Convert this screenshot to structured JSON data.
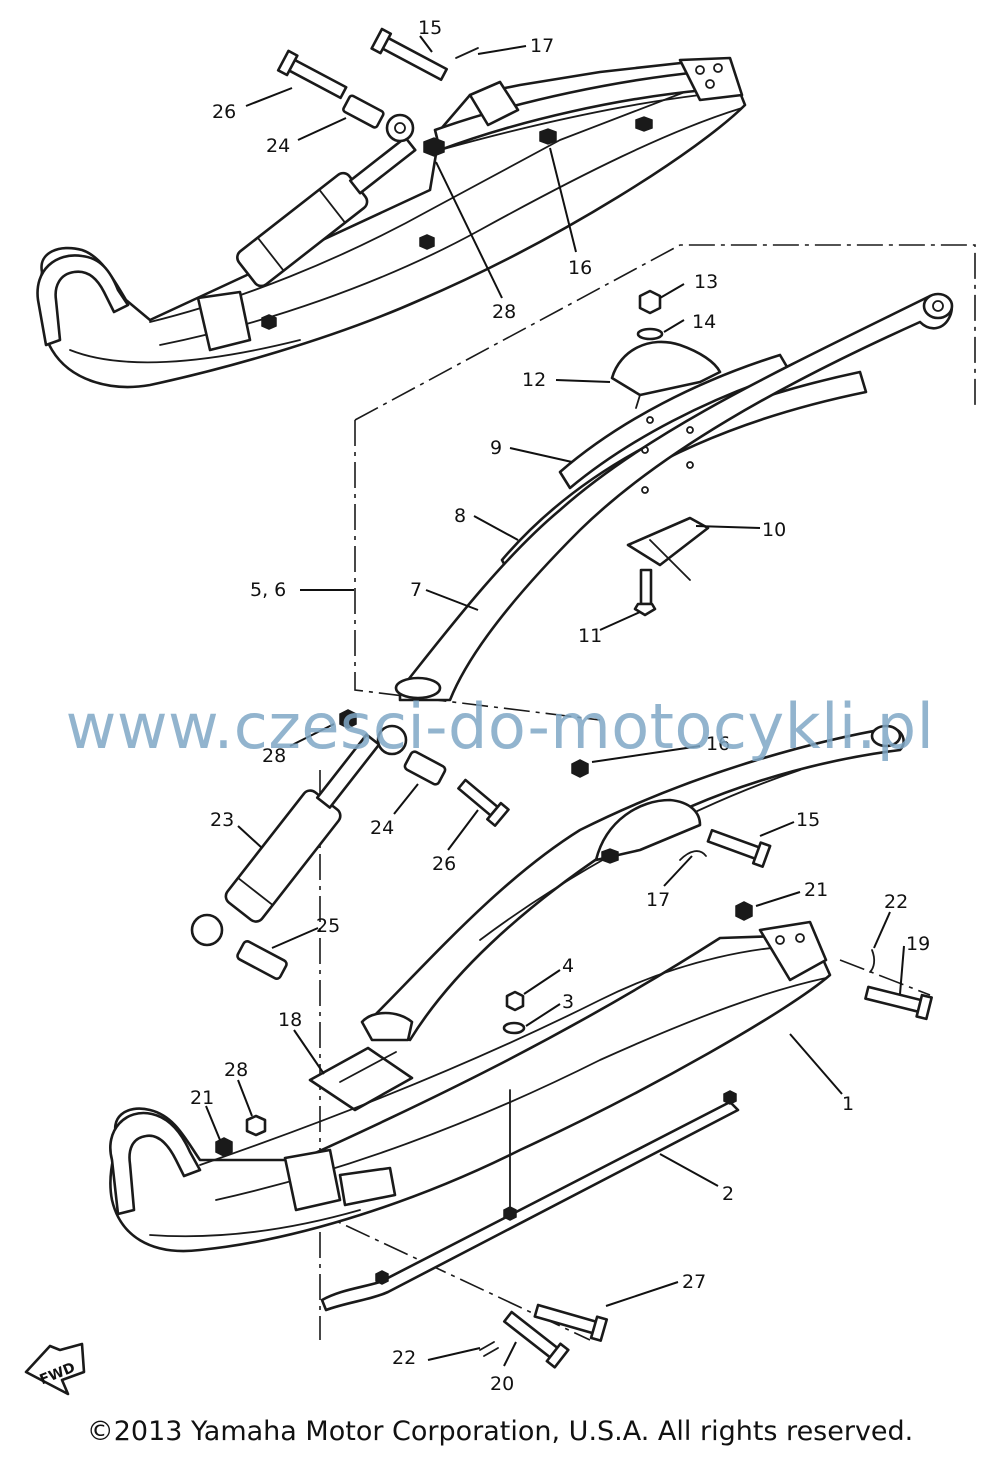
{
  "diagram": {
    "callouts": {
      "c15_top": "15",
      "c17_top": "17",
      "c26_top": "26",
      "c24_top": "24",
      "c16_top": "16",
      "c28_top": "28",
      "c13": "13",
      "c14": "14",
      "c12": "12",
      "c9": "9",
      "c8": "8",
      "c10": "10",
      "c5_6": "5, 6",
      "c7": "7",
      "c11": "11",
      "c28_mid": "28",
      "c16_mid": "16",
      "c24_mid": "24",
      "c23": "23",
      "c26_mid": "26",
      "c15_mid": "15",
      "c17_mid": "17",
      "c21_right": "21",
      "c22_right": "22",
      "c19": "19",
      "c25": "25",
      "c4": "4",
      "c3": "3",
      "c18": "18",
      "c1": "1",
      "c28_low": "28",
      "c21_low": "21",
      "c2": "2",
      "c27": "27",
      "c22_low": "22",
      "c20": "20"
    },
    "fwd_label": "FWD"
  },
  "watermark": "www.czesci-do-motocykli.pl",
  "copyright": "©2013 Yamaha Motor Corporation, U.S.A. All rights reserved."
}
